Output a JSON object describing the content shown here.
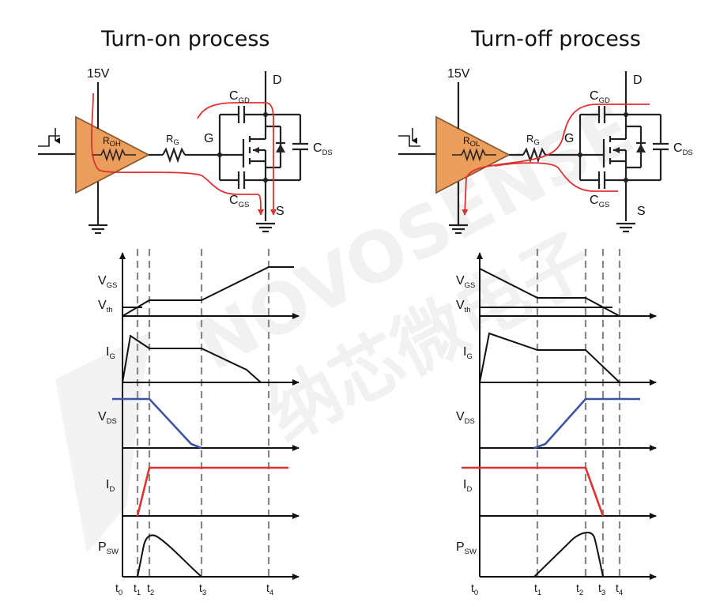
{
  "titles": {
    "turn_on": "Turn-on process",
    "turn_off": "Turn-off process"
  },
  "watermark": {
    "text": "NOVOSENSE",
    "cn": "纳芯微电子"
  },
  "turn_on": {
    "supply": "15V",
    "drive_resistor": {
      "main": "R",
      "sub": "OH"
    },
    "gate_resistor": {
      "main": "R",
      "sub": "G"
    },
    "gate": "G",
    "drain": "D",
    "source": "S",
    "cgd": {
      "main": "C",
      "sub": "GD"
    },
    "cgs": {
      "main": "C",
      "sub": "GS"
    },
    "cds": {
      "main": "C",
      "sub": "DS"
    },
    "waveforms": {
      "vgs": {
        "main": "V",
        "sub": "GS"
      },
      "vth": {
        "main": "V",
        "sub": "th"
      },
      "ig": {
        "main": "I",
        "sub": "G"
      },
      "vds": {
        "main": "V",
        "sub": "DS"
      },
      "id": {
        "main": "I",
        "sub": "D"
      },
      "psw": {
        "main": "P",
        "sub": "SW"
      }
    },
    "times": [
      {
        "main": "t",
        "sub": "0"
      },
      {
        "main": "t",
        "sub": "1"
      },
      {
        "main": "t",
        "sub": "2"
      },
      {
        "main": "t",
        "sub": "3"
      },
      {
        "main": "t",
        "sub": "4"
      }
    ]
  },
  "turn_off": {
    "supply": "15V",
    "drive_resistor": {
      "main": "R",
      "sub": "OL"
    },
    "gate_resistor": {
      "main": "R",
      "sub": "G"
    },
    "gate": "G",
    "drain": "D",
    "source": "S",
    "cgd": {
      "main": "C",
      "sub": "GD"
    },
    "cgs": {
      "main": "C",
      "sub": "GS"
    },
    "cds": {
      "main": "C",
      "sub": "DS"
    },
    "waveforms": {
      "vgs": {
        "main": "V",
        "sub": "GS"
      },
      "vth": {
        "main": "V",
        "sub": "th"
      },
      "ig": {
        "main": "I",
        "sub": "G"
      },
      "vds": {
        "main": "V",
        "sub": "DS"
      },
      "id": {
        "main": "I",
        "sub": "D"
      },
      "psw": {
        "main": "P",
        "sub": "SW"
      }
    },
    "times": [
      {
        "main": "t",
        "sub": "0"
      },
      {
        "main": "t",
        "sub": "1"
      },
      {
        "main": "t",
        "sub": "2"
      },
      {
        "main": "t",
        "sub": "3"
      },
      {
        "main": "t",
        "sub": "4"
      }
    ]
  },
  "colors": {
    "driver_fill": "#eb9d5c",
    "driver_stroke": "#8a5a30",
    "current_path": "#e03131",
    "vds_trace": "#3a55a4",
    "id_trace": "#e03131",
    "watermark": "#e9e9e9"
  }
}
